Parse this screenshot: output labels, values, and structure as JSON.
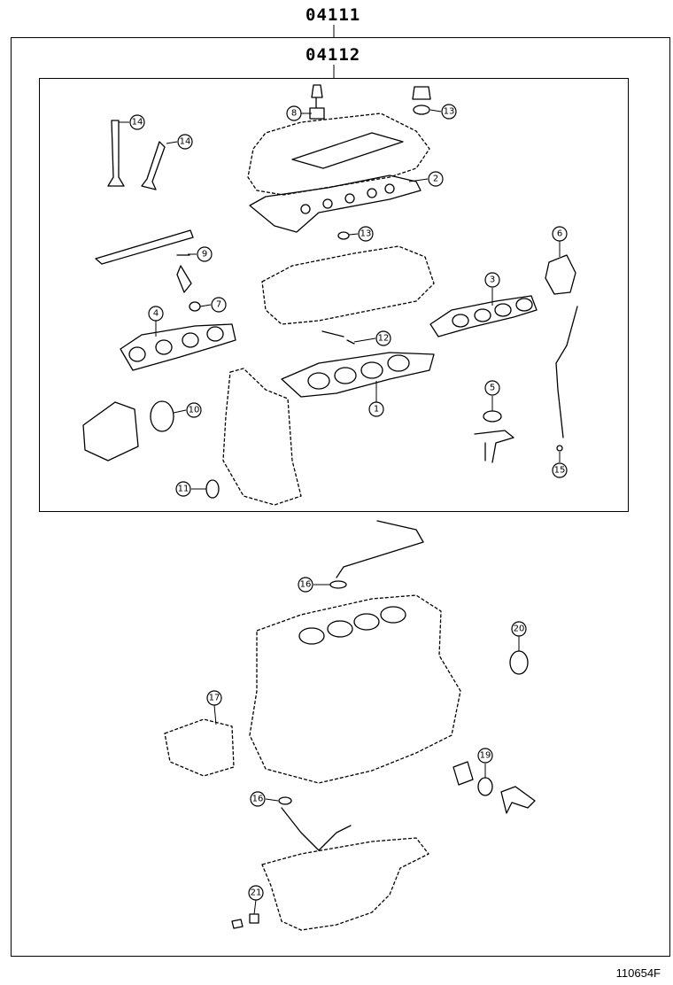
{
  "kit_outer": {
    "code": "04111"
  },
  "kit_inner": {
    "code": "04112"
  },
  "illustration_ref": "110654F",
  "callouts": [
    {
      "id": "1",
      "label": "1"
    },
    {
      "id": "2",
      "label": "2"
    },
    {
      "id": "3",
      "label": "3"
    },
    {
      "id": "4",
      "label": "4"
    },
    {
      "id": "5",
      "label": "5"
    },
    {
      "id": "6",
      "label": "6"
    },
    {
      "id": "7",
      "label": "7"
    },
    {
      "id": "8",
      "label": "8"
    },
    {
      "id": "9",
      "label": "9"
    },
    {
      "id": "10",
      "label": "10"
    },
    {
      "id": "11",
      "label": "11"
    },
    {
      "id": "12",
      "label": "12"
    },
    {
      "id": "13a",
      "label": "13"
    },
    {
      "id": "13b",
      "label": "13"
    },
    {
      "id": "14a",
      "label": "14"
    },
    {
      "id": "14b",
      "label": "14"
    },
    {
      "id": "15",
      "label": "15"
    },
    {
      "id": "16a",
      "label": "16"
    },
    {
      "id": "16b",
      "label": "16"
    },
    {
      "id": "17",
      "label": "17"
    },
    {
      "id": "19",
      "label": "19"
    },
    {
      "id": "20",
      "label": "20"
    },
    {
      "id": "21",
      "label": "21"
    }
  ]
}
